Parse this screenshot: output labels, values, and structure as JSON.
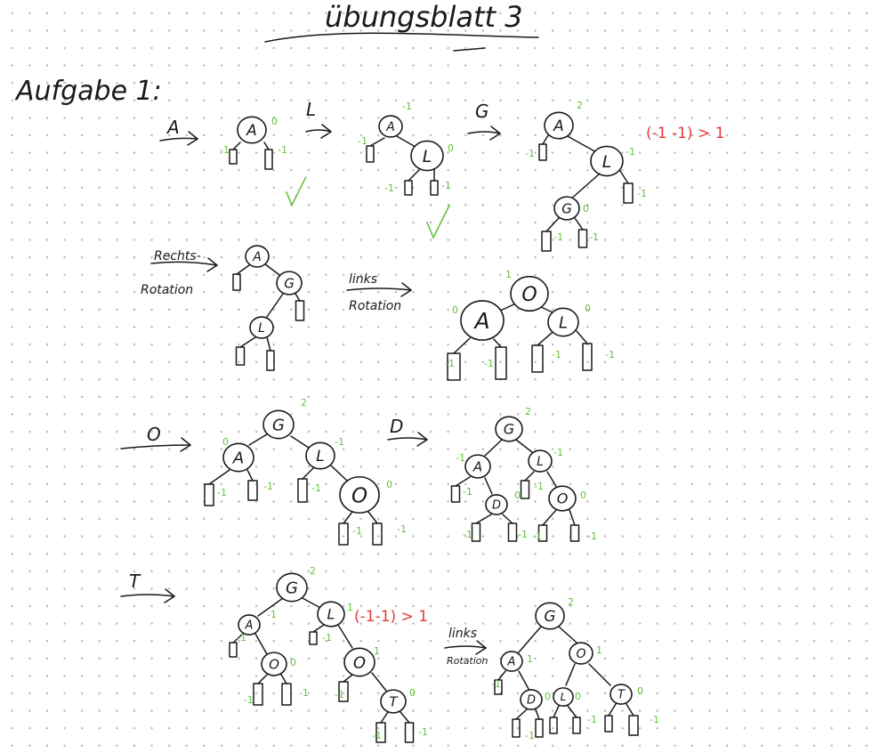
{
  "title": "übungsblatt 3",
  "task_label": "Aufgabe 1:",
  "colors": {
    "ink": "#1a1a1a",
    "balance": "#63c23f",
    "warning": "#e23b3b"
  },
  "steps": [
    {
      "insert": "A"
    },
    {
      "insert": "L"
    },
    {
      "insert": "G",
      "note": "(-1 -1) > 1"
    },
    {
      "insert": "Rechts-Rotation",
      "line1": "Rechts-",
      "line2": "Rotation"
    },
    {
      "insert": "links Rotation",
      "line1": "links",
      "line2": "Rotation"
    },
    {
      "insert": "O"
    },
    {
      "insert": "D"
    },
    {
      "insert": "T",
      "note": "(-1-1) > 1"
    },
    {
      "insert": "links Rotation",
      "line1": "links",
      "line2": "Rotation"
    }
  ]
}
